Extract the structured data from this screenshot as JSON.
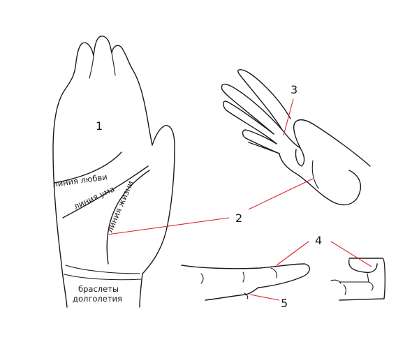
{
  "labels": {
    "line_love": "линия любви",
    "line_mind": "линия ума",
    "line_life": "линия жизни",
    "bracelets_1": "браслеты",
    "bracelets_2": "долголетия"
  },
  "numbers": {
    "n1": "1",
    "n2": "2",
    "n3": "3",
    "n4": "4",
    "n5": "5"
  },
  "colors": {
    "ink": "#1a1a1a",
    "leader": "#e0202a",
    "background": "#ffffff"
  }
}
